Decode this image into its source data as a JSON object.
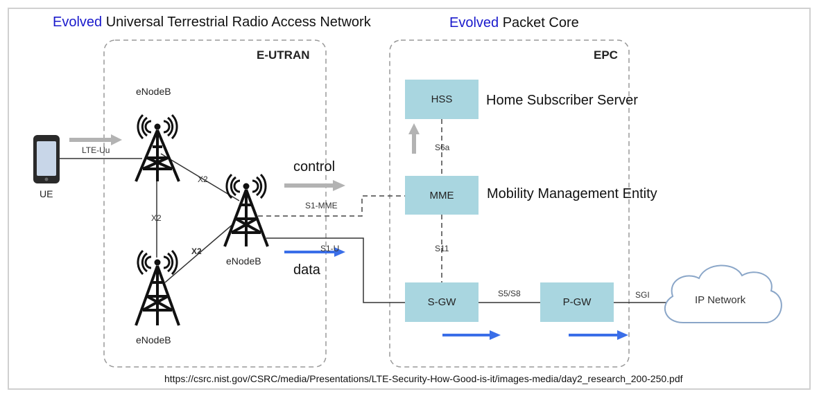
{
  "headings": {
    "eutran_prefix": "Evolved",
    "eutran_rest": "Universal Terrestrial Radio Access Network",
    "epc_prefix": "Evolved",
    "epc_rest": "Packet Core"
  },
  "regions": {
    "eutran": "E-UTRAN",
    "epc": "EPC"
  },
  "ue": {
    "label": "UE"
  },
  "enodeb": {
    "top": "eNodeB",
    "bottom": "eNodeB",
    "center": "eNodeB"
  },
  "links": {
    "lte_uu": "LTE-Uu",
    "x2_top": "X2",
    "x2_left": "X2",
    "x2_bottom": "X2",
    "s1_mme": "S1-MME",
    "s1_u": "S1-U",
    "s6a": "S6a",
    "s11": "S11",
    "s5_s8": "S5/S8",
    "sgi": "SGI"
  },
  "nodes": {
    "hss": "HSS",
    "mme": "MME",
    "sgw": "S-GW",
    "pgw": "P-GW",
    "ip_network": "IP Network"
  },
  "descriptions": {
    "hss": "Home Subscriber Server",
    "mme": "Mobility Management Entity"
  },
  "flows": {
    "control": "control",
    "data": "data"
  },
  "source_url": "https://csrc.nist.gov/CSRC/media/Presentations/LTE-Security-How-Good-is-it/images-media/day2_research_200-250.pdf",
  "colors": {
    "box_fill": "#a9d6e0",
    "data_arrow": "#3a6ee8",
    "control_arrow": "#b3b3b3",
    "heading_accent": "#1a1acc"
  }
}
